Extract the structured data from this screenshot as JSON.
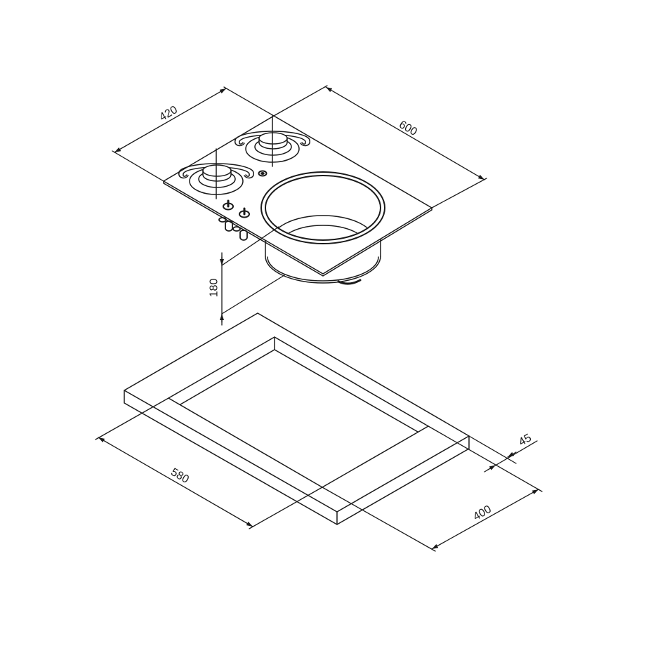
{
  "hob": {
    "dimensions": {
      "depth_label": "420",
      "width_label": "600",
      "height_label": "180"
    },
    "components": [
      "burner",
      "burner",
      "igniter",
      "control-knob",
      "control-knob",
      "sink-bowl"
    ]
  },
  "countertop_cutout": {
    "dimensions": {
      "length_label": "580",
      "depth_label": "400",
      "border_label": "45"
    }
  },
  "colors": {
    "line": "#1a1a1a",
    "background": "#ffffff"
  }
}
